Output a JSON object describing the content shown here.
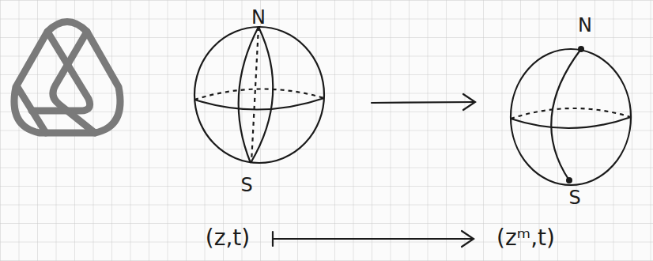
{
  "diagram": {
    "labels": [
      "N",
      "S",
      "N",
      "S",
      "(z,t)",
      "(zᵐ,t)"
    ]
  }
}
